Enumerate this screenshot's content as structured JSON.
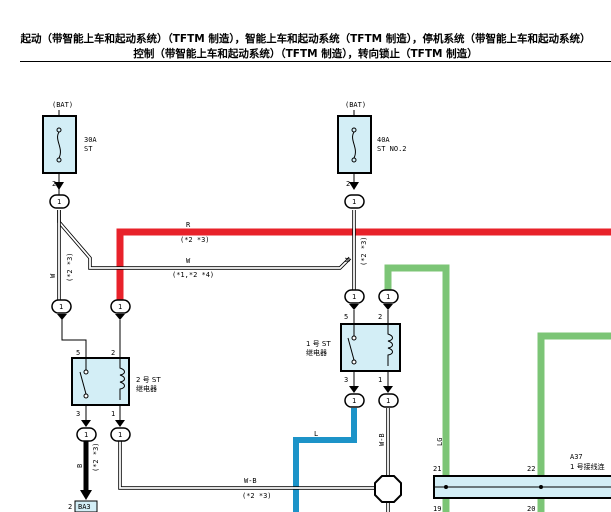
{
  "title": {
    "line1": "起动（带智能上车和起动系统）（TFTM 制造），智能上车和起动系统（TFTM 制造），停机系统（带智能上车和起动系统）",
    "line2": "控制（带智能上车和起动系统）（TFTM 制造），转向锁止（TFTM 制造）"
  },
  "fuses": {
    "left": {
      "source": "(BAT)",
      "rating": "30A",
      "name": "ST",
      "pin": "2"
    },
    "right": {
      "source": "(BAT)",
      "rating": "40A",
      "name": "ST NO.2",
      "pin": "2"
    }
  },
  "relays": {
    "st2": {
      "label_line1": "2 号 ST",
      "label_line2": "继电器",
      "pins": {
        "p5": "5",
        "p2": "2",
        "p3": "3",
        "p1": "1"
      }
    },
    "st1": {
      "label_line1": "1 号 ST",
      "label_line2": "继电器",
      "pins": {
        "p5": "5",
        "p2": "2",
        "p3": "3",
        "p1": "1"
      }
    }
  },
  "wires": {
    "red_color_code": "R",
    "red_note": "(*2 *3)",
    "white_color_code": "W",
    "white_note": "(*1,*2 *4)",
    "left_w_code": "W",
    "left_w_note": "(*2 *3)",
    "right_w_code": "W",
    "right_w_note": "(*2 *3)",
    "blue_code": "L",
    "bottom_code": "W-B",
    "bottom_note": "(*2 *3)",
    "green_code": "LG",
    "wb_vertical_code": "W-B",
    "bottom_left_b_code": "B",
    "bottom_left_note": "(*2 *3)"
  },
  "connectors": {
    "splice_label": "1",
    "ba3": "BA3",
    "a37_id": "A37",
    "a37_name": "1 号接线连",
    "a37_pins": {
      "p21": "21",
      "p22": "22",
      "p19": "19",
      "p20": "20"
    },
    "ba3_pin": "2"
  },
  "colors": {
    "red": "#e8222a",
    "blue": "#1c93c8",
    "green": "#7cc576",
    "relay_fill": "#d3eef6",
    "connector_fill": "#d3eef6"
  }
}
